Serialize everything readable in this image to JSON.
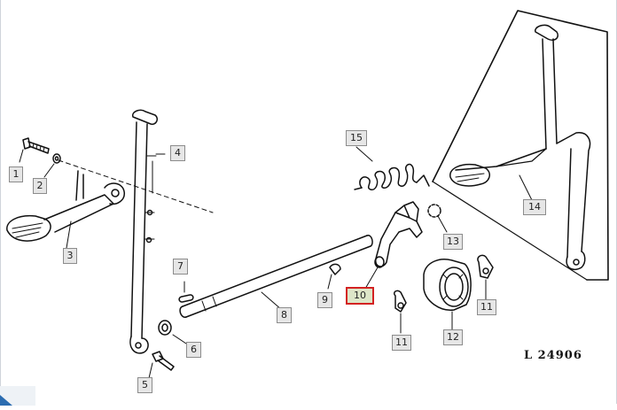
{
  "drawing_number": "L  24906",
  "highlighted_part": "10",
  "callouts": [
    {
      "id": "p1",
      "label": "1"
    },
    {
      "id": "p2",
      "label": "2"
    },
    {
      "id": "p3",
      "label": "3"
    },
    {
      "id": "p4",
      "label": "4"
    },
    {
      "id": "p5",
      "label": "5"
    },
    {
      "id": "p6",
      "label": "6"
    },
    {
      "id": "p7",
      "label": "7"
    },
    {
      "id": "p8",
      "label": "8"
    },
    {
      "id": "p9",
      "label": "9"
    },
    {
      "id": "p10",
      "label": "10"
    },
    {
      "id": "p11a",
      "label": "11"
    },
    {
      "id": "p11b",
      "label": "11"
    },
    {
      "id": "p12",
      "label": "12"
    },
    {
      "id": "p13",
      "label": "13"
    },
    {
      "id": "p14",
      "label": "14"
    },
    {
      "id": "p15",
      "label": "15"
    }
  ],
  "colors": {
    "highlight_border": "#d32222",
    "highlight_fill": "#dde6c8",
    "callout_fill": "#e6e6e6"
  }
}
